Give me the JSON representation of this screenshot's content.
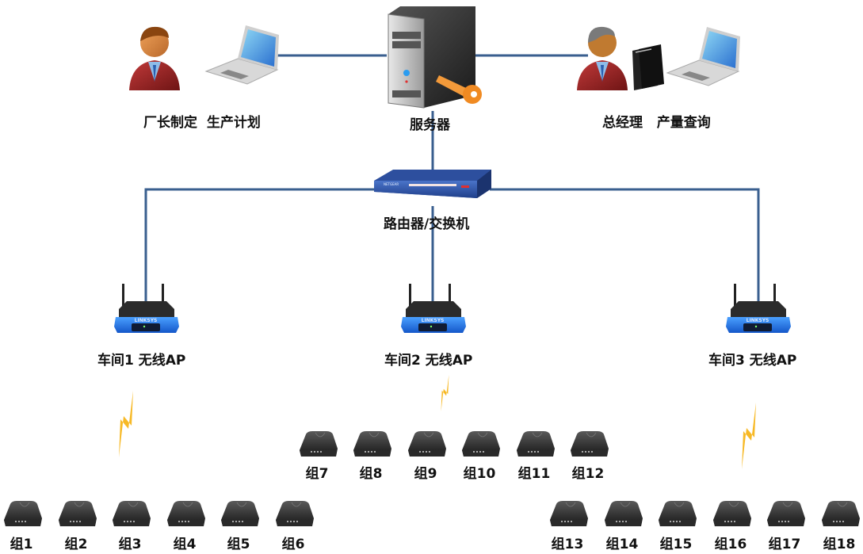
{
  "diagram": {
    "type": "network-topology",
    "line_color": "#3a5f8f",
    "lightning_color": "#f7b926",
    "top_row": {
      "factory_director": {
        "label": "厂长制定  生产计划",
        "icons": [
          "person-icon",
          "laptop-icon"
        ]
      },
      "server": {
        "label": "服务器",
        "icons": [
          "server-icon",
          "key-icon"
        ]
      },
      "general_manager": {
        "label": "总经理   产量查询",
        "icons": [
          "person-icon",
          "folders-icon",
          "laptop-icon"
        ]
      }
    },
    "core": {
      "label": "路由器/交换机",
      "icon": "switch-icon"
    },
    "access_points": [
      {
        "label": "车间1 无线AP",
        "icon": "wireless-router-icon"
      },
      {
        "label": "车间2 无线AP",
        "icon": "wireless-router-icon"
      },
      {
        "label": "车间3 无线AP",
        "icon": "wireless-router-icon"
      }
    ],
    "groups": [
      {
        "ap": 1,
        "terminals": [
          "组1",
          "组2",
          "组3",
          "组4",
          "组5",
          "组6"
        ]
      },
      {
        "ap": 2,
        "terminals": [
          "组7",
          "组8",
          "组9",
          "组10",
          "组11",
          "组12"
        ]
      },
      {
        "ap": 3,
        "terminals": [
          "组13",
          "组14",
          "组15",
          "组16",
          "组17",
          "组18"
        ]
      }
    ]
  }
}
